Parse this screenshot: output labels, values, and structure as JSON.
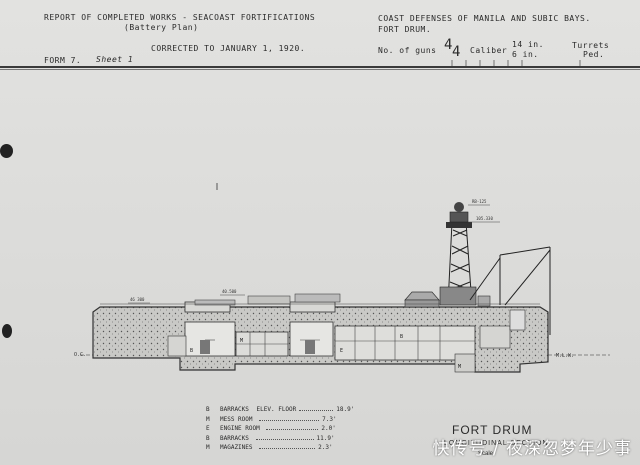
{
  "header": {
    "report_line": "REPORT OF COMPLETED WORKS - SEACOAST FORTIFICATIONS",
    "battery_plan": "(Battery Plan)",
    "corrected": "CORRECTED TO JANUARY 1, 1920.",
    "form": "FORM 7.",
    "sheet": "Sheet 1",
    "coast_defenses": "COAST DEFENSES OF MANILA AND SUBIC BAYS.",
    "fort_name": "FORT DRUM.",
    "no_of_guns_label": "No. of guns",
    "guns_count": "4",
    "guns_count_2": "4",
    "caliber_label": "Caliber",
    "caliber_1": "14 in.",
    "caliber_2": "6 in.",
    "turrets": "Turrets",
    "ped": "Ped."
  },
  "drawing": {
    "elev_labels": [
      "46 300",
      "40.500",
      "RB-125",
      "105.330"
    ],
    "ground_left": "O.C.",
    "ground_right": "M.L.W.",
    "room_markers": [
      "B",
      "M",
      "E",
      "B",
      "M"
    ]
  },
  "legend": [
    {
      "key": "B",
      "label": "BARRACKS",
      "extra": "ELEV. FLOOR",
      "value": "18.9'"
    },
    {
      "key": "M",
      "label": "MESS ROOM",
      "extra": "",
      "value": "7.3'"
    },
    {
      "key": "E",
      "label": "ENGINE ROOM",
      "extra": "",
      "value": "2.0'"
    },
    {
      "key": "B",
      "label": "BARRACKS",
      "extra": "",
      "value": "11.9'"
    },
    {
      "key": "M",
      "label": "MAGAZINES",
      "extra": "",
      "value": "2.3'"
    }
  ],
  "caption": {
    "title": "FORT DRUM",
    "subtitle": "LONGITUDINAL SECTION",
    "scale": "Scale"
  },
  "watermark": "快传号 / 夜深忽梦年少事"
}
